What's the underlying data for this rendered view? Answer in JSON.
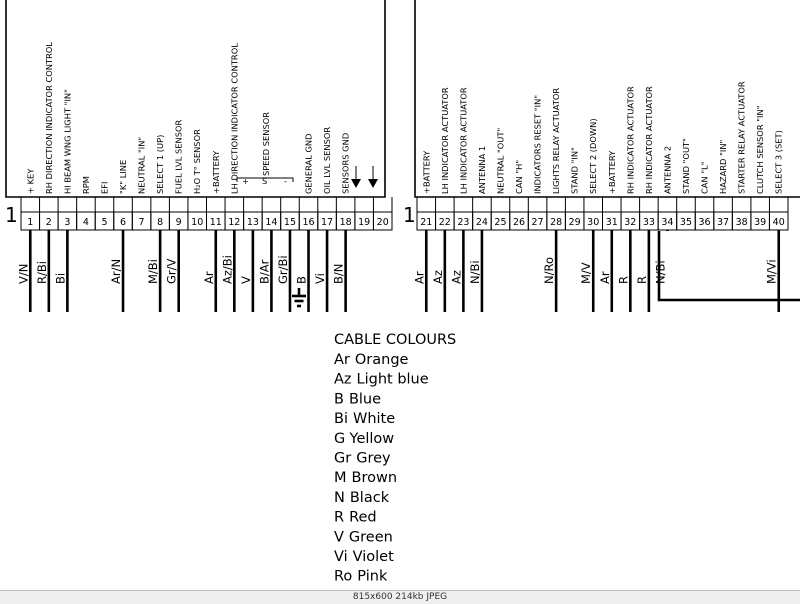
{
  "diagram": {
    "connector_left": {
      "index_label": "1",
      "pins": [
        {
          "num": "1",
          "label": "+ KEY",
          "colour": "V/N"
        },
        {
          "num": "2",
          "label": "RH DIRECTION INDICATOR CONTROL",
          "colour": "R/Bi"
        },
        {
          "num": "3",
          "label": "HI BEAM WNG LIGHT \"IN\"",
          "colour": "Bi"
        },
        {
          "num": "4",
          "label": "RPM",
          "colour": ""
        },
        {
          "num": "5",
          "label": "EFI",
          "colour": ""
        },
        {
          "num": "6",
          "label": "\"K\" LINE",
          "colour": "Ar/N"
        },
        {
          "num": "7",
          "label": "NEUTRAL \"IN\"",
          "colour": ""
        },
        {
          "num": "8",
          "label": "SELECT 1 (UP)",
          "colour": "M/Bi"
        },
        {
          "num": "9",
          "label": "FUEL LVL SENSOR",
          "colour": "Gr/V"
        },
        {
          "num": "10",
          "label": "H₂O T° SENSOR",
          "colour": ""
        },
        {
          "num": "11",
          "label": "+BATTERY",
          "colour": "Ar"
        },
        {
          "num": "12",
          "label": "LH DIRECTION INDICATOR CONTROL",
          "colour": "Az/Bi"
        },
        {
          "num": "13",
          "label": "",
          "colour": "V"
        },
        {
          "num": "14",
          "label": "",
          "colour": "B/Ar"
        },
        {
          "num": "15",
          "label": "",
          "colour": "Gr/Bi"
        },
        {
          "num": "16",
          "label": "GENERAL GND",
          "colour": "B"
        },
        {
          "num": "17",
          "label": "OIL LVL SENSOR",
          "colour": "Vi"
        },
        {
          "num": "18",
          "label": "SENSORS GND",
          "colour": "B/N"
        },
        {
          "num": "19",
          "label": "",
          "colour": ""
        },
        {
          "num": "20",
          "label": "",
          "colour": ""
        }
      ]
    },
    "connector_right": {
      "index_label": "1",
      "pins": [
        {
          "num": "21",
          "label": "+BATTERY",
          "colour": "Ar"
        },
        {
          "num": "22",
          "label": "LH INDICATOR ACTUATOR",
          "colour": "Az"
        },
        {
          "num": "23",
          "label": "LH INDICATOR ACTUATOR",
          "colour": "Az"
        },
        {
          "num": "24",
          "label": "ANTENNA 1",
          "colour": "N/Bi"
        },
        {
          "num": "25",
          "label": "NEUTRAL \"OUT\"",
          "colour": ""
        },
        {
          "num": "26",
          "label": "CAN \"H\"",
          "colour": ""
        },
        {
          "num": "27",
          "label": "INDICATORS RESET \"IN\"",
          "colour": ""
        },
        {
          "num": "28",
          "label": "LIGHTS RELAY ACTUATOR",
          "colour": "N/Ro"
        },
        {
          "num": "29",
          "label": "STAND \"IN\"",
          "colour": ""
        },
        {
          "num": "30",
          "label": "SELECT 2 (DOWN)",
          "colour": "M/V"
        },
        {
          "num": "31",
          "label": "+BATTERY",
          "colour": "Ar"
        },
        {
          "num": "32",
          "label": "RH INDICATOR ACTUATOR",
          "colour": "R"
        },
        {
          "num": "33",
          "label": "RH INDICATOR ACTUATOR",
          "colour": "R"
        },
        {
          "num": "34",
          "label": "ANTENNA 2",
          "colour": "N/Bi"
        },
        {
          "num": "35",
          "label": "STAND \"OUT\"",
          "colour": ""
        },
        {
          "num": "36",
          "label": "CAN \"L\"",
          "colour": ""
        },
        {
          "num": "37",
          "label": "HAZARD \"IN\"",
          "colour": ""
        },
        {
          "num": "38",
          "label": "STARTER RELAY ACTUATOR",
          "colour": ""
        },
        {
          "num": "39",
          "label": "CLUTCH SENSOR \"IN\"",
          "colour": ""
        },
        {
          "num": "40",
          "label": "SELECT 3 (SET)",
          "colour": "M/Vi"
        }
      ]
    },
    "speed_sensor": {
      "label": "SPEED SENSOR",
      "plus": "+",
      "s": "S",
      "minus": "-"
    },
    "legend": {
      "title": "CABLE COLOURS",
      "items": [
        {
          "code": "Ar",
          "name": "Orange"
        },
        {
          "code": "Az",
          "name": "Light blue"
        },
        {
          "code": "B",
          "name": "Blue"
        },
        {
          "code": "Bi",
          "name": "White"
        },
        {
          "code": "G",
          "name": "Yellow"
        },
        {
          "code": "Gr",
          "name": "Grey"
        },
        {
          "code": "M",
          "name": "Brown"
        },
        {
          "code": "N",
          "name": "Black"
        },
        {
          "code": "R",
          "name": "Red"
        },
        {
          "code": "V",
          "name": "Green"
        },
        {
          "code": "Vi",
          "name": "Violet"
        },
        {
          "code": "Ro",
          "name": "Pink"
        }
      ]
    }
  },
  "status_bar": {
    "text": "815x600  214kb  JPEG"
  }
}
